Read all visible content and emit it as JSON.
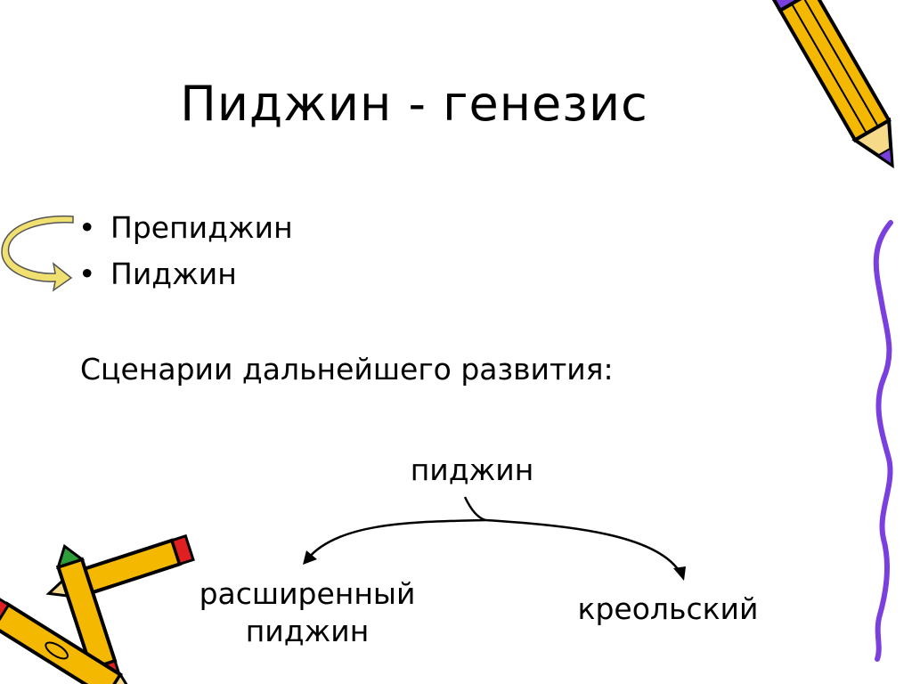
{
  "slide": {
    "title": "Пиджин - генезис",
    "bullets": [
      {
        "text": "Препиджин"
      },
      {
        "text": "Пиджин"
      }
    ],
    "bullet_glyph": "•",
    "scenarios_label": "Сценарии дальнейшего развития:"
  },
  "tree": {
    "root": "пиджин",
    "branches": [
      {
        "line1": "расширенный",
        "line2": "пиджин"
      },
      {
        "line1": "креольский"
      }
    ]
  },
  "icons": {
    "pencil_top": "pencil-icon",
    "pencils_bottom": "crossed-pencils-icon",
    "wavy_line": "wavy-border",
    "curved_arrow": "curved-arrow-icon"
  },
  "colors": {
    "pencil_yellow": "#f5b800",
    "pencil_purple": "#7b3fe0",
    "pencil_red": "#e02020",
    "pencil_green": "#2e9e3a",
    "arrow_fill": "#f0e070"
  }
}
